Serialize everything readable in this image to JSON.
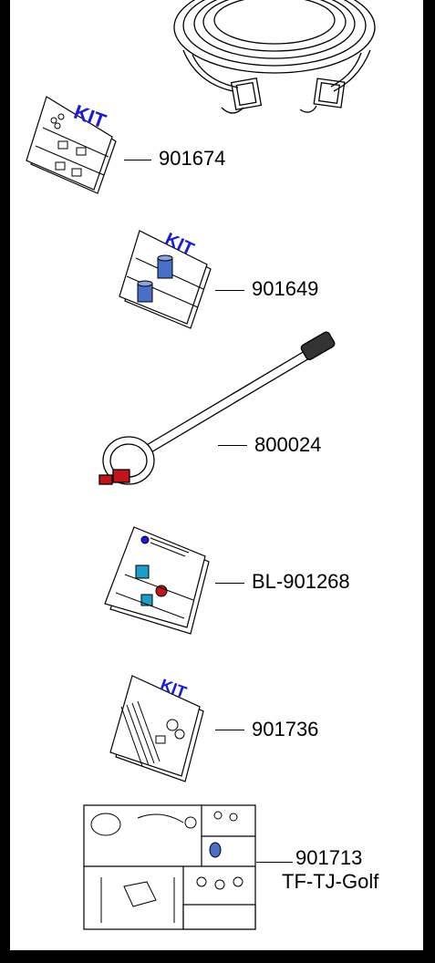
{
  "parts": [
    {
      "id": "cable",
      "label": ""
    },
    {
      "id": "kit-1",
      "label": "901674",
      "kit_text": "KIT"
    },
    {
      "id": "kit-2",
      "label": "901649",
      "kit_text": "KIT"
    },
    {
      "id": "wand",
      "label": "800024"
    },
    {
      "id": "booklet",
      "label": "BL-901268"
    },
    {
      "id": "kit-3",
      "label": "901736",
      "kit_text": "KIT"
    },
    {
      "id": "drawing",
      "label_line1": "901713",
      "label_line2": "TF-TJ-Golf"
    }
  ],
  "colors": {
    "ink": "#000000",
    "kit_text": "#1a1adb",
    "cylinder": "#4a6fc7",
    "red_fitting": "#c0161b",
    "cyan_part": "#1aa0c8"
  }
}
